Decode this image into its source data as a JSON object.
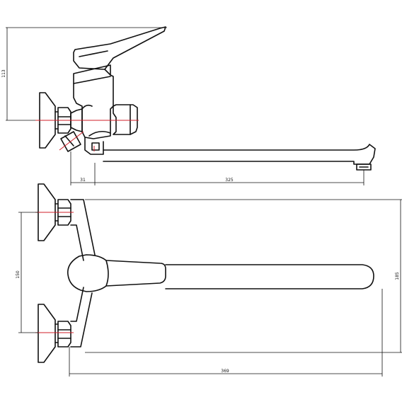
{
  "drawing": {
    "dimensions": {
      "side_height": "113",
      "side_offset": "31",
      "side_spout_length": "325",
      "top_inlet_spacing": "150",
      "top_height": "185",
      "top_total_length": "369"
    },
    "colors": {
      "line": "#111111",
      "centerline": "#d21f2a",
      "background": "#ffffff"
    }
  }
}
